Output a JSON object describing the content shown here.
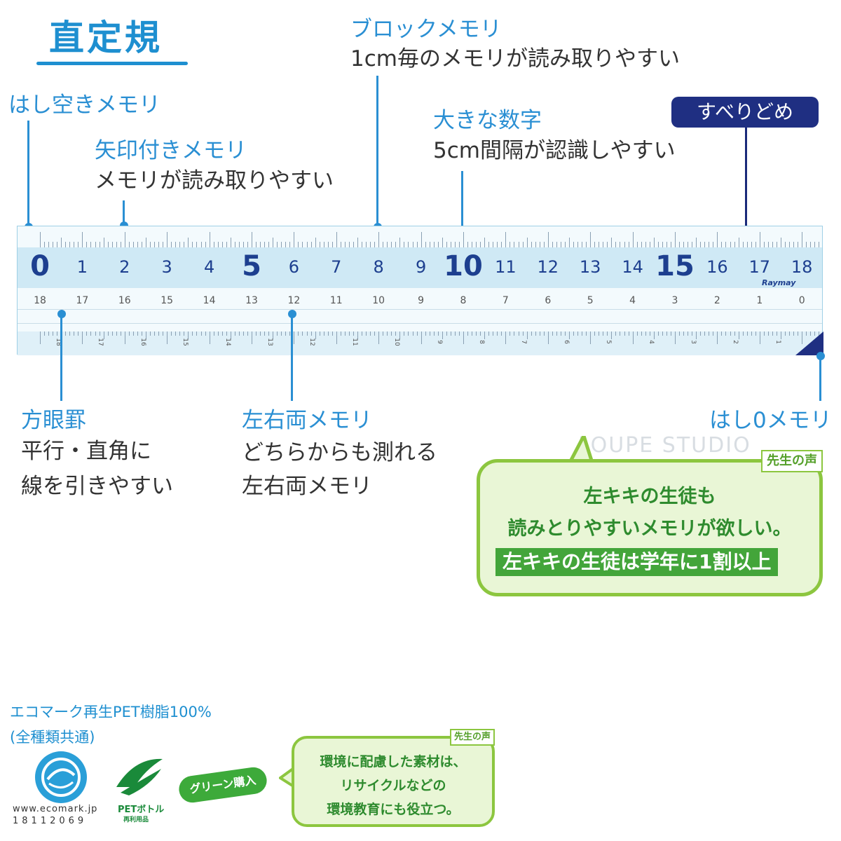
{
  "title": "直定規",
  "callouts": {
    "edge_gap": {
      "title": "はし空きメモリ"
    },
    "arrow": {
      "title": "矢印付きメモリ",
      "desc": "メモリが読み取りやすい"
    },
    "block": {
      "title": "ブロックメモリ",
      "desc": "1cm毎のメモリが読み取りやすい"
    },
    "big_numbers": {
      "title": "大きな数字",
      "desc": "5cm間隔が認識しやすい"
    },
    "anti_slip": {
      "label": "すべりどめ"
    },
    "grid": {
      "title": "方眼罫",
      "desc1": "平行・直角に",
      "desc2": "線を引きやすい"
    },
    "both_sides": {
      "title": "左右両メモリ",
      "desc1": "どちらからも測れる",
      "desc2": "左右両メモリ"
    },
    "edge_zero": {
      "title": "はし0メモリ"
    }
  },
  "ruler": {
    "top_numbers": [
      "0",
      "1",
      "2",
      "3",
      "4",
      "5",
      "6",
      "7",
      "8",
      "9",
      "10",
      "11",
      "12",
      "13",
      "14",
      "15",
      "16",
      "17",
      "18"
    ],
    "bottom_numbers": [
      "18",
      "17",
      "16",
      "15",
      "14",
      "13",
      "12",
      "11",
      "10",
      "9",
      "8",
      "7",
      "6",
      "5",
      "4",
      "3",
      "2",
      "1",
      "0"
    ],
    "brand": "Raymay"
  },
  "teacher_voice": {
    "tag": "先生の声",
    "line1": "左キキの生徒も",
    "line2": "読みとりやすいメモリが欲しい。",
    "highlight": "左キキの生徒は学年に1割以上"
  },
  "watermark": "LOUPE STUDIO",
  "eco": {
    "line1": "エコマーク再生PET樹脂100%",
    "line2": "(全種類共通)",
    "url": "www.ecomark.jp",
    "number": "18112069",
    "pet_label": "PETボトル",
    "pet_sub": "再利用品",
    "green_label": "グリーン購入"
  },
  "teacher_voice2": {
    "tag": "先生の声",
    "line1": "環境に配慮した素材は、",
    "line2": "リサイクルなどの",
    "line3": "環境教育にも役立つ。"
  },
  "colors": {
    "accent_blue": "#2a8fd3",
    "navy": "#1f2f82",
    "green": "#8cc63f",
    "dark_green": "#43a53a"
  }
}
